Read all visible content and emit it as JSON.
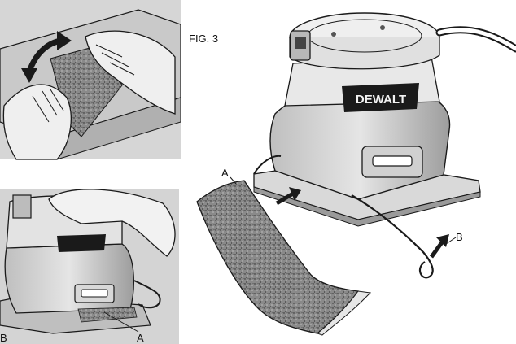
{
  "figure": {
    "title": "FIG. 3",
    "brand": "DEWALT"
  },
  "callouts": {
    "a_top": "A",
    "b": "B",
    "a_bottom": "A",
    "b_bottom": "B"
  },
  "colors": {
    "line": "#1a1a1a",
    "panel_bg": "#d4d4d4",
    "paper_texture": "#6e6e6e"
  }
}
